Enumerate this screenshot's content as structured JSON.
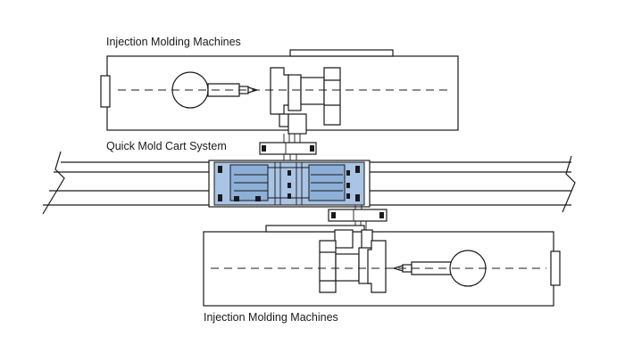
{
  "diagram": {
    "labels": {
      "top_machines": "Injection Molding Machines",
      "cart_system": "Quick Mold Cart System",
      "bottom_machines": "Injection Molding Machines"
    },
    "colors": {
      "line": "#1a1a1a",
      "cart_fill": "#a9c4e4",
      "cart_fill_dark": "#8db0d8",
      "background": "#ffffff"
    }
  }
}
